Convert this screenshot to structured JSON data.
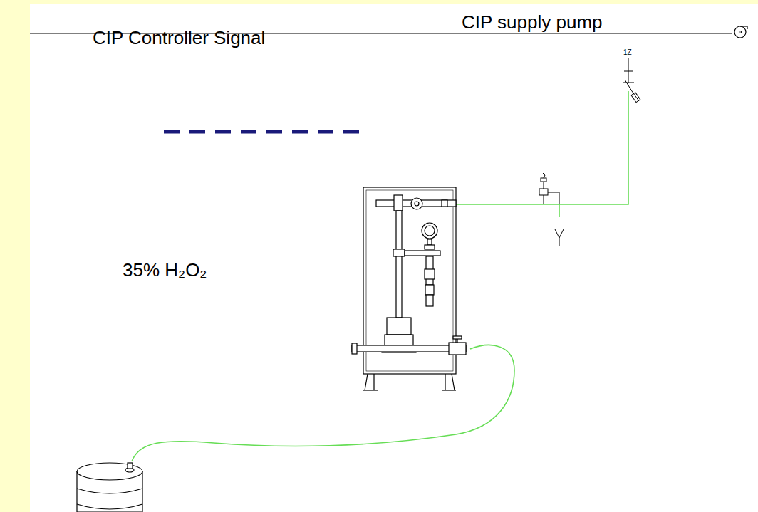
{
  "diagram": {
    "labels": [
      "CIP supply pump",
      "1Z",
      "CIP Controller Signal",
      "35% H₂O₂"
    ]
  }
}
